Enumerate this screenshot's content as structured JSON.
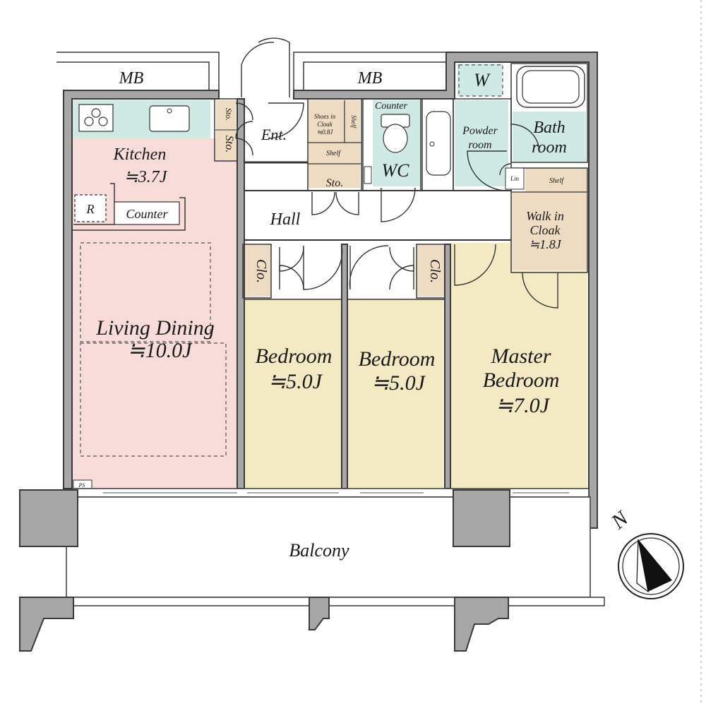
{
  "rooms": {
    "mb_left": "MB",
    "mb_right": "MB",
    "w": "W",
    "kitchen": "Kitchen",
    "kitchen_area": "≒3.7J",
    "refrigerator": "R",
    "kitchen_counter": "Counter",
    "living_dining": "Living Dining",
    "living_area": "≒10.0J",
    "ps": "PS",
    "sto_small": "Sto.",
    "sto_entry": "Sto.",
    "sto_hall": "Sto.",
    "entrance": "Ent.",
    "shoes_line1": "Shoes in",
    "shoes_line2": "Cloak",
    "shoes_area": "≒0.8J",
    "shoes_shelf_side": "Shelf",
    "shoes_shelf": "Shelf",
    "wc_counter": "Counter",
    "wc": "WC",
    "powder_line1": "Powder",
    "powder_line2": "room",
    "bath_line1": "Bath",
    "bath_line2": "room",
    "linen": "Lin",
    "wic_shelf": "Shelf",
    "hall": "Hall",
    "wic_line1": "Walk in",
    "wic_line2": "Cloak",
    "wic_area": "≒1.8J",
    "clo1": "Clo.",
    "clo2": "Clo.",
    "bedroom1": "Bedroom",
    "bedroom1_area": "≒5.0J",
    "bedroom2": "Bedroom",
    "bedroom2_area": "≒5.0J",
    "master_line1": "Master",
    "master_line2": "Bedroom",
    "master_area": "≒7.0J",
    "balcony": "Balcony",
    "north": "N"
  },
  "colors": {
    "living": "#f7dcda",
    "bedroom": "#f3e9c3",
    "wet": "#cfe9e3",
    "storage": "#eddcc2",
    "hall": "#ffffff",
    "wall": "#a7a7a7"
  }
}
